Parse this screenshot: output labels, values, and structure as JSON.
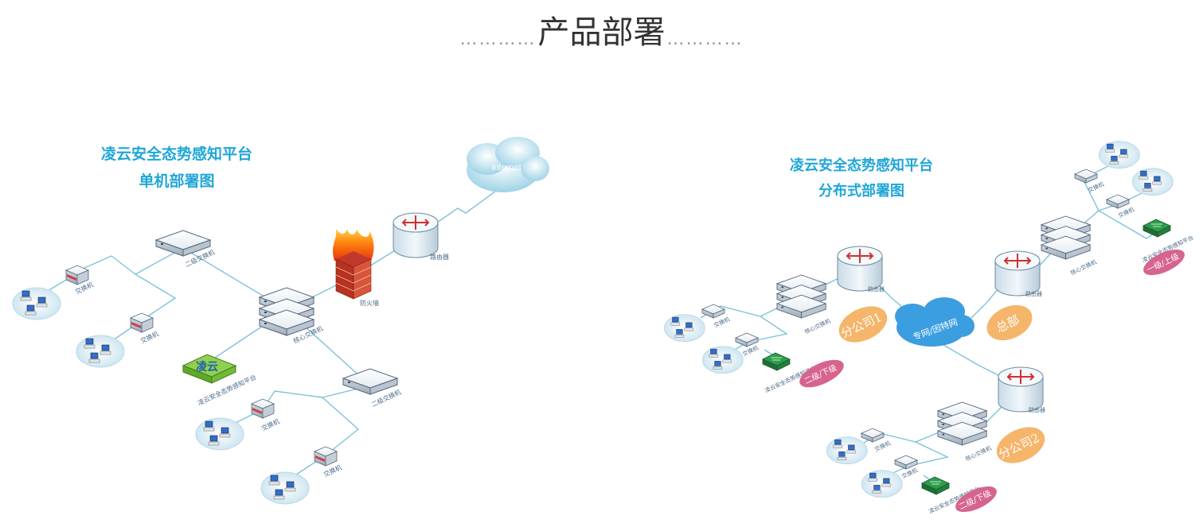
{
  "page_title": "产品部署",
  "dots_left": "…………",
  "dots_right": "…………",
  "left_diagram": {
    "title_line1": "凌云安全态势感知平台",
    "title_line2": "单机部署图",
    "internet": "Internet",
    "router": "路由器",
    "firewall": "防火墙",
    "core_switch": "核心交换机",
    "l2_switch_top": "二级交换机",
    "l2_switch_bottom": "二级交换机",
    "access_switch": "交换机",
    "platform_badge": "凌云",
    "platform_label": "凌云安全态势感知平台"
  },
  "right_diagram": {
    "title_line1": "凌云安全态势感知平台",
    "title_line2": "分布式部署图",
    "cloud": "专网/因特网",
    "hq": "总部",
    "branch1": "分公司1",
    "branch2": "分公司2",
    "router": "路由器",
    "core_switch": "核心交换机",
    "access_switch": "交换机",
    "platform_label": "凌云安全态势感知平台",
    "upper_level": "一级/上级",
    "lower_level": "二级/下级"
  },
  "colors": {
    "title_blue": "#1fa6d8",
    "line": "#7cc4d8",
    "peach": "#f5b56a",
    "pink": "#d6648f",
    "cloud_blue": "#3a9ee0"
  }
}
